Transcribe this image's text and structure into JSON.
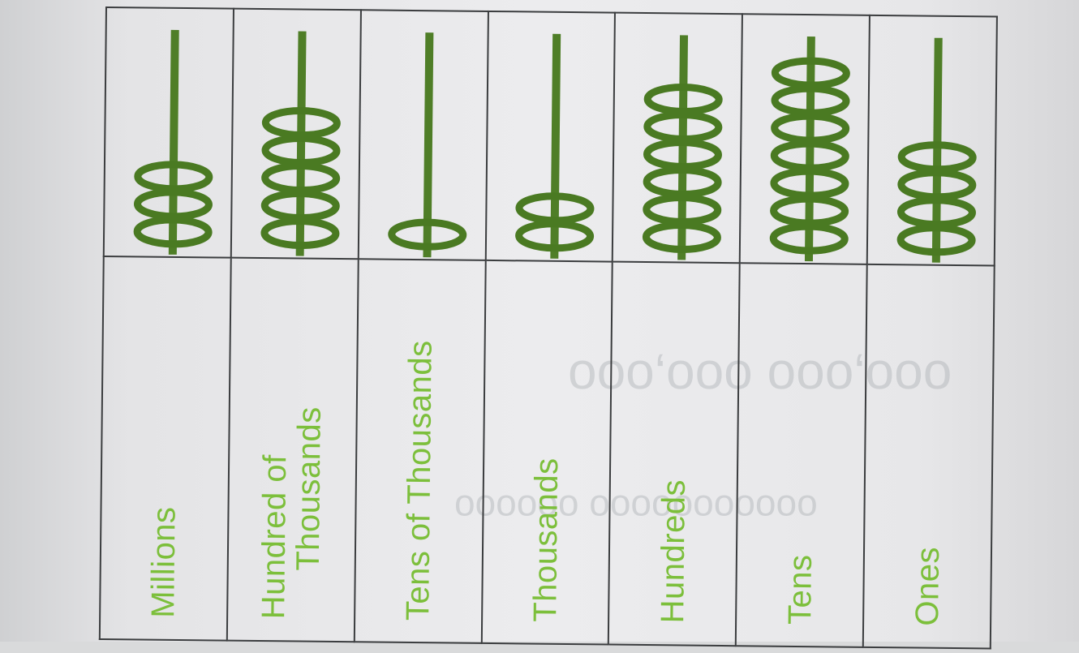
{
  "abacus": {
    "columns": [
      {
        "label_lines": [
          "Millions"
        ],
        "beads": 3
      },
      {
        "label_lines": [
          "Hundred of",
          "Thousands"
        ],
        "beads": 5
      },
      {
        "label_lines": [
          "Tens of Thousands"
        ],
        "beads": 1
      },
      {
        "label_lines": [
          "Thousands"
        ],
        "beads": 2
      },
      {
        "label_lines": [
          "Hundreds"
        ],
        "beads": 6
      },
      {
        "label_lines": [
          "Tens"
        ],
        "beads": 7
      },
      {
        "label_lines": [
          "Ones"
        ],
        "beads": 4
      }
    ],
    "colors": {
      "rod": "#4f7e27",
      "bead": "#4a7a22",
      "bead_dark": "#35591a",
      "label": "#7cbf3b",
      "border": "#3b3d3f"
    }
  }
}
